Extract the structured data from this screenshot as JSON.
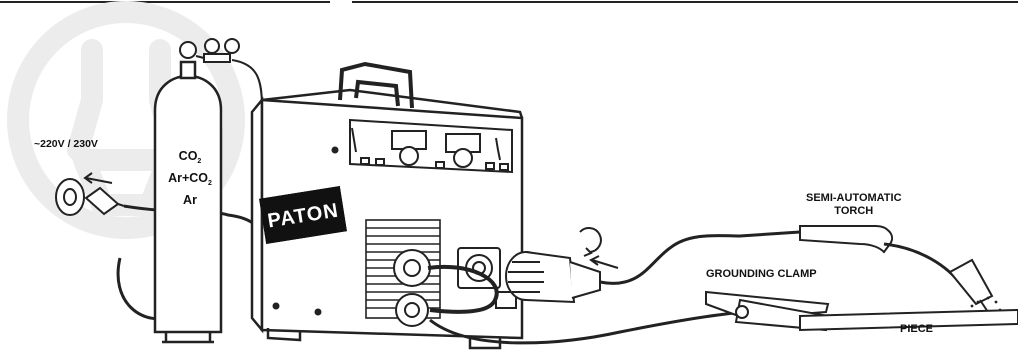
{
  "labels": {
    "voltage": "~220V / 230V",
    "torch_line1": "SEMI-AUTOMATIC",
    "torch_line2": "TORCH",
    "clamp": "GROUNDING CLAMP",
    "piece": "PIECE"
  },
  "gas": {
    "co2_base": "CO",
    "co2_sub": "2",
    "mix_base": "Ar+CO",
    "mix_sub": "2",
    "argon": "Ar"
  },
  "brand": {
    "name": "PATON"
  },
  "colors": {
    "ink": "#111111",
    "watermark": "#ececec",
    "background": "#ffffff"
  }
}
